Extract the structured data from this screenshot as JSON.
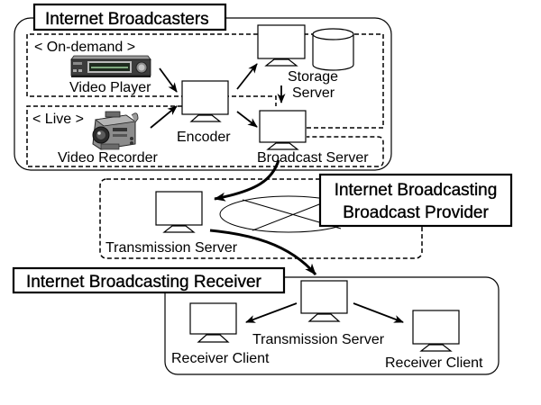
{
  "diagram": {
    "broadcasters": {
      "title": "Internet Broadcasters",
      "on_demand_label": "< On-demand >",
      "live_label": "< Live >",
      "video_player_label": "Video Player",
      "video_recorder_label": "Video Recorder",
      "encoder_label": "Encoder",
      "storage_server_label": [
        "Storage",
        "Server"
      ],
      "broadcast_server_label": "Broadcast Server"
    },
    "provider": {
      "title": [
        "Internet Broadcasting",
        "Broadcast Provider"
      ],
      "transmission_server_label": "Transmission Server"
    },
    "receiver": {
      "title": "Internet Broadcasting Receiver",
      "transmission_server_label": "Transmission Server",
      "client_labels": [
        "Receiver Client",
        "Receiver Client"
      ]
    }
  },
  "icons": {
    "video_player": "vcr-icon",
    "video_recorder": "camcorder-icon",
    "server": "monitor-icon",
    "storage": "database-cylinder-icon",
    "network": "network-ellipse-icon",
    "flow": "arrow-icon"
  },
  "colors": {
    "background": "#ffffff",
    "line": "#000000",
    "device_body": "#3c3c3c",
    "device_panel": "#bbbbbb",
    "display_glow": "#9fd49f",
    "camcorder_body": "#8c8c8c"
  }
}
